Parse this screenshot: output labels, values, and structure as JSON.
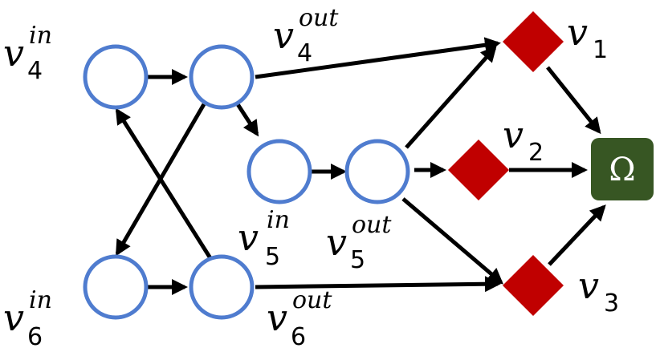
{
  "nodes": {
    "v4_in": {
      "base": "v",
      "sub": "4",
      "sup": "in"
    },
    "v4_out": {
      "base": "v",
      "sub": "4",
      "sup": "out"
    },
    "v5_in": {
      "base": "v",
      "sub": "5",
      "sup": "in"
    },
    "v5_out": {
      "base": "v",
      "sub": "5",
      "sup": "out"
    },
    "v6_in": {
      "base": "v",
      "sub": "6",
      "sup": "in"
    },
    "v6_out": {
      "base": "v",
      "sub": "6",
      "sup": "out"
    },
    "v1": {
      "base": "v",
      "sub": "1"
    },
    "v2": {
      "base": "v",
      "sub": "2"
    },
    "v3": {
      "base": "v",
      "sub": "3"
    },
    "omega": {
      "label": "Ω"
    }
  },
  "colors": {
    "circle_stroke": "#4f7ccf",
    "diamond_fill": "#c00000",
    "omega_fill": "#375623"
  }
}
